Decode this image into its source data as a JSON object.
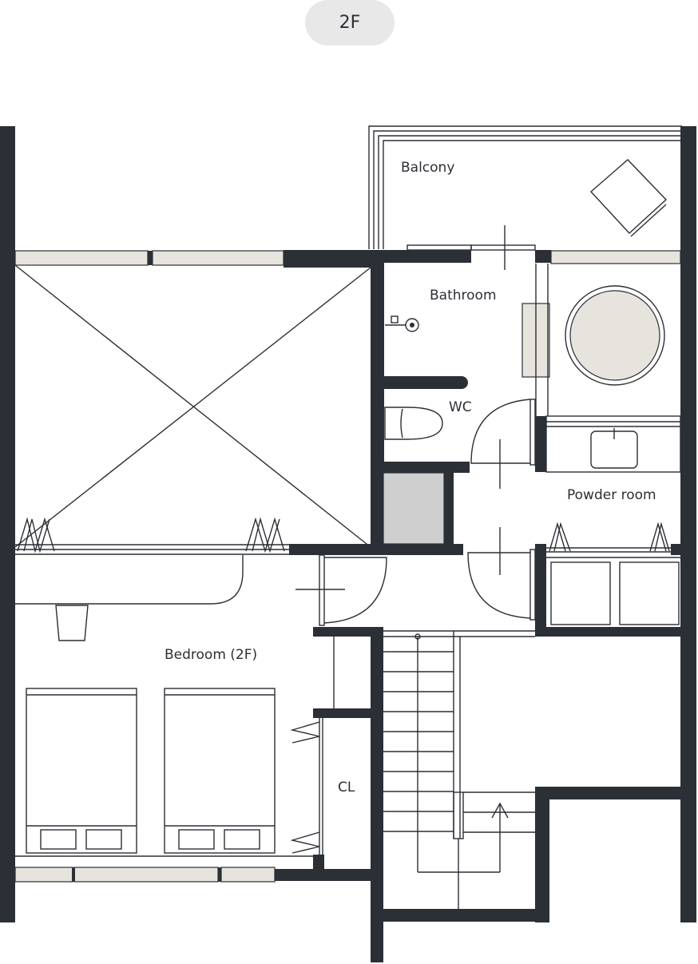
{
  "floor_badge": "2F",
  "rooms": {
    "balcony": "Balcony",
    "bathroom": "Bathroom",
    "wc": "WC",
    "powder_room": "Powder room",
    "bedroom": "Bedroom (2F)",
    "closet": "CL"
  },
  "colors": {
    "wall": "#2b2f36",
    "window_fill": "#e6e4dc",
    "shaft_fill": "#cfcfcf",
    "badge_bg": "#e8e8e8"
  }
}
